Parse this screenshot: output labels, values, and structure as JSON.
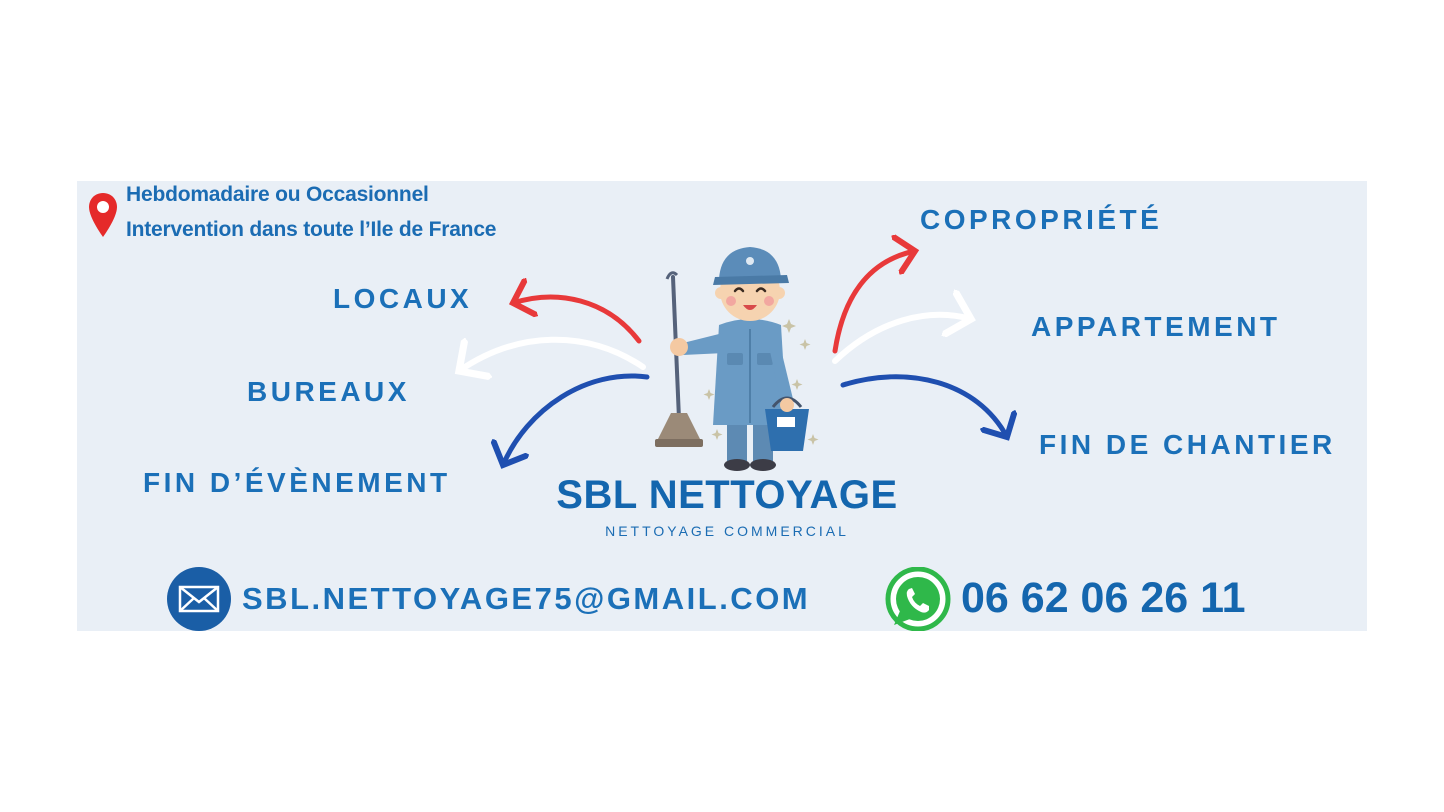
{
  "info": {
    "line1": "Hebdomadaire ou Occasionnel",
    "line2": "Intervention dans toute l’Ile de France",
    "icon": "location-pin-icon"
  },
  "services_left": [
    "LOCAUX",
    "BUREAUX",
    "FIN D’ÉVÈNEMENT"
  ],
  "services_right": [
    "COPROPRIÉTÉ",
    "APPARTEMENT",
    "FIN DE CHANTIER"
  ],
  "brand": {
    "name": "SBL NETTOYAGE",
    "tagline": "NETTOYAGE COMMERCIAL"
  },
  "contact": {
    "email": "SBL.NETTOYAGE75@GMAIL.COM",
    "email_icon": "envelope-icon",
    "phone": "06 62 06 26 11",
    "phone_icon": "whatsapp-icon"
  },
  "colors": {
    "background": "#e9eff6",
    "text_blue": "#1b70b8",
    "arrow_red": "#e8393a",
    "arrow_white": "#ffffff",
    "arrow_blue": "#1f4fb0",
    "whatsapp_green": "#2fb84a"
  }
}
